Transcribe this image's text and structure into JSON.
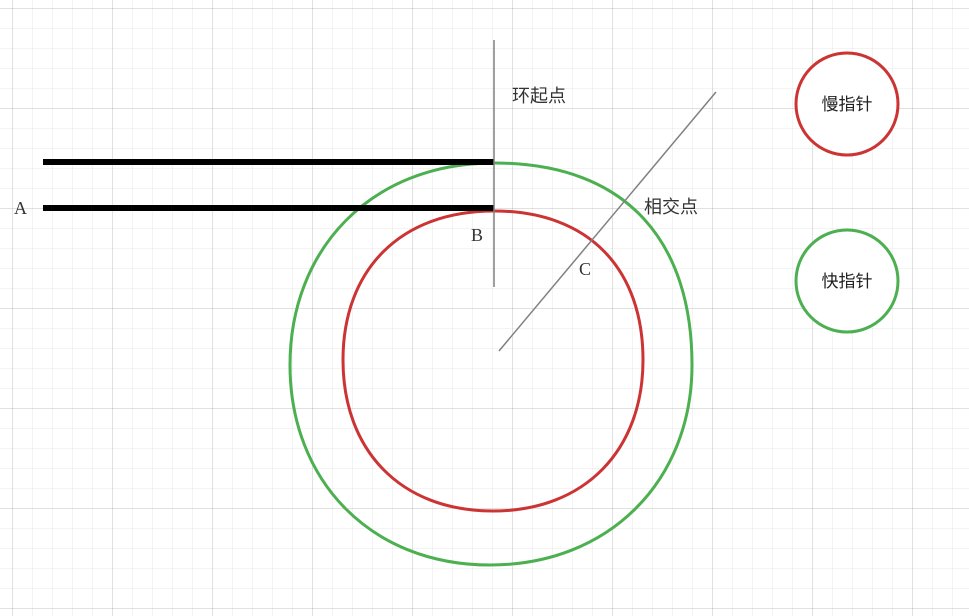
{
  "colors": {
    "slow": "#cc3333",
    "fast": "#4caf50",
    "path": "#000000",
    "guide": "#808080",
    "text": "#333333"
  },
  "labels": {
    "point_a": "A",
    "point_b": "B",
    "point_c": "C",
    "cycle_start": "环起点",
    "meeting_point": "相交点"
  },
  "legend": {
    "slow_pointer": "慢指针",
    "fast_pointer": "快指针"
  }
}
